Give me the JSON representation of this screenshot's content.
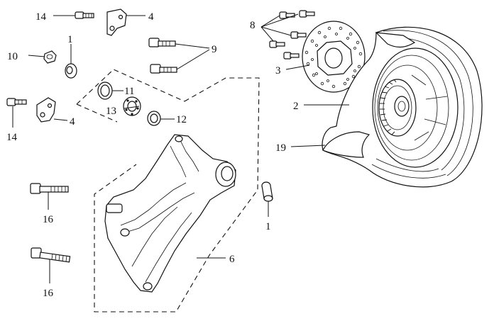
{
  "callouts": {
    "c14a": "14",
    "c4a": "4",
    "c1a": "1",
    "c10": "10",
    "c9": "9",
    "c11": "11",
    "c13": "13",
    "c12": "12",
    "c14b": "14",
    "c4b": "4",
    "c16a": "16",
    "c16b": "16",
    "c6": "6",
    "c1b": "1",
    "c8": "8",
    "c3": "3",
    "c2": "2",
    "c19": "19"
  }
}
